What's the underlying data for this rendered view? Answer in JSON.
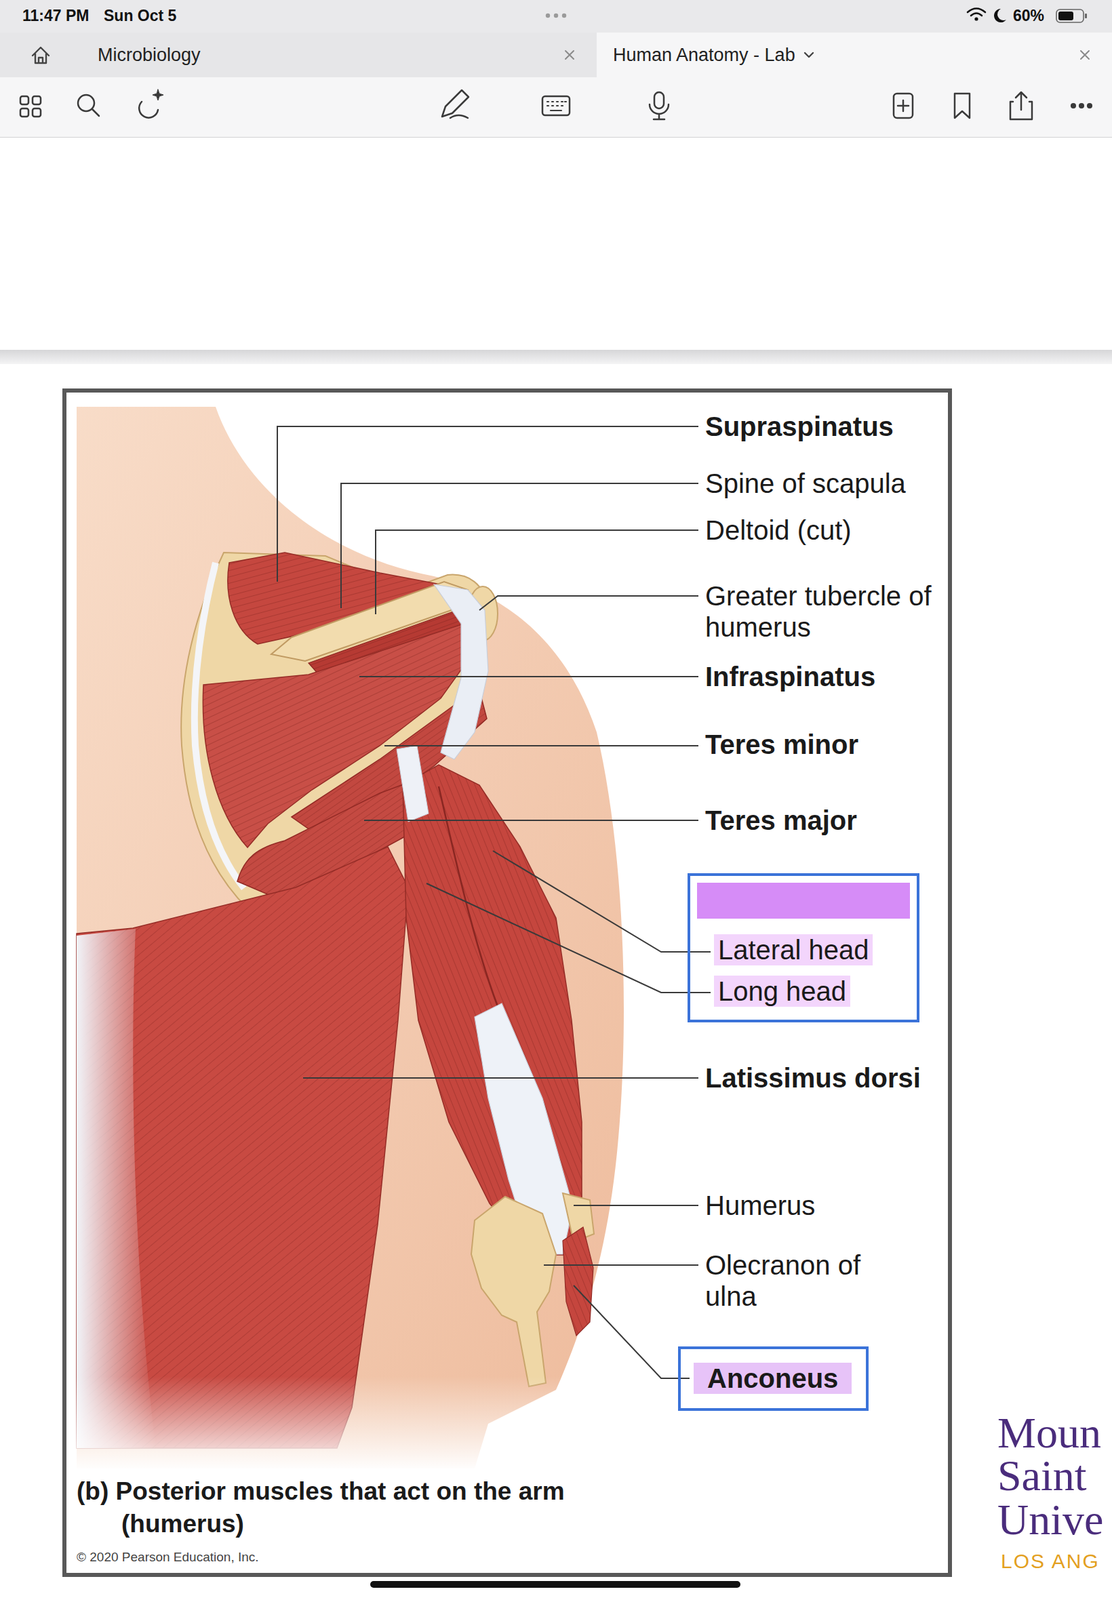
{
  "diagram": {
    "caption": "(b) Posterior muscles that act on the arm (humerus)",
    "nodes": [
      {
        "text": [
          "Lateral head",
          "Long head"
        ]
      },
      {
        "text": [
          "Anconeus"
        ]
      }
    ],
    "labels": [
      "11:47 PM",
      "Sun Oct 5",
      "60%",
      "Microbiology",
      "Human Anatomy - Lab",
      "Supraspinatus",
      "Spine of scapula",
      "Deltoid (cut)",
      "Greater tubercle of humerus",
      "Infraspinatus",
      "Teres minor",
      "Teres major",
      "Latissimus dorsi",
      "Humerus",
      "Olecranon of ulna",
      "© 2020 Pearson Education, Inc.",
      "Moun",
      "Saint",
      "Unive",
      "LOS ANG"
    ]
  }
}
